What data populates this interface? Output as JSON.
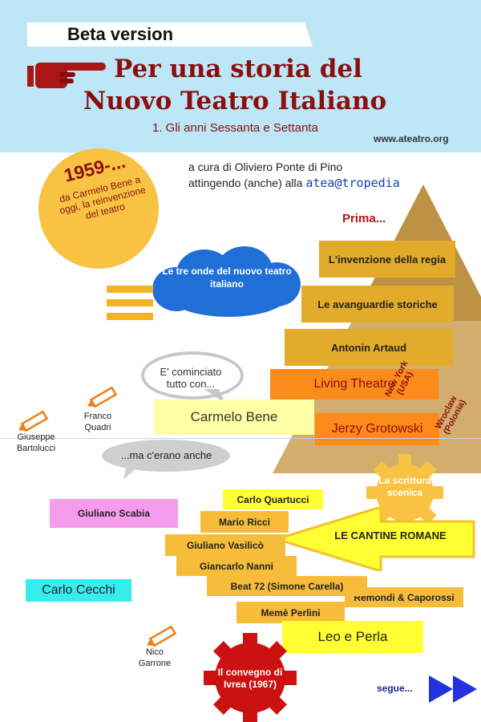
{
  "header": {
    "beta": "Beta version",
    "title_line1": "Per una storia del",
    "title_line2": "Nuovo Teatro Italiano",
    "subtitle": "1. Gli anni Sessanta e Settanta",
    "site": "www.ateatro.org"
  },
  "intro": {
    "year": "1959-...",
    "circle_text": "da Carmelo Bene a oggi, la reinvenzione del teatro",
    "curated_line1": "a cura di Oliviero Ponte di Pino",
    "curated_line2_prefix": "attingendo (anche) alla",
    "atea": "atea@tropedia"
  },
  "prima": "Prima...",
  "cloud": {
    "label": "Le tre onde del nuovo teatro italiano"
  },
  "stairs": {
    "regia": "L'invenzione della regia",
    "avanguardie": "Le avanguardie storiche",
    "artaud": "Antonin Artaud",
    "living": "Living Theatre",
    "living_place": "New York (USA)",
    "grotowski": "Jerzy Grotowski",
    "grotowski_place": "Wroclaw (Polonia)"
  },
  "bubble1": "E' cominciato tutto con...",
  "carmelo": "Carmelo Bene",
  "bubble2": "...ma c'erano anche",
  "critics": {
    "quadri": "Franco Quadri",
    "bartolucci": "Giuseppe Bartolucci",
    "garrone": "Nico Garrone"
  },
  "scrittura": "La scrittura scenica",
  "names": {
    "quartucci": "Carlo Quartucci",
    "ricci": "Mario Ricci",
    "vasilico": "Giuliano Vasilicò",
    "nanni": "Giancarlo Nanni",
    "beat72": "Beat 72 (Simone Carella)",
    "remondi": "Remondi & Caporossi",
    "perlini": "Memè Perlini",
    "scabia": "Giuliano Scabia",
    "cecchi": "Carlo Cecchi",
    "leoperla": "Leo e Perla"
  },
  "cantine": "LE CANTINE ROMANE",
  "ivrea": "Il convegno di Ivrea (1967)",
  "segue": "segue...",
  "colors": {
    "header_bg": "#bde6f6",
    "title": "#8a1010",
    "stair": "#e3ab2a",
    "orange": "#fb8b1b",
    "cloud": "#1f6fd6",
    "gear": "#f8c343",
    "ivrea": "#cc1111",
    "arrow": "#2233dd"
  },
  "icons": [
    "pointing-hand-icon",
    "menu-lines-icon",
    "pencil-icon",
    "gear-icon",
    "double-arrow-icon"
  ]
}
